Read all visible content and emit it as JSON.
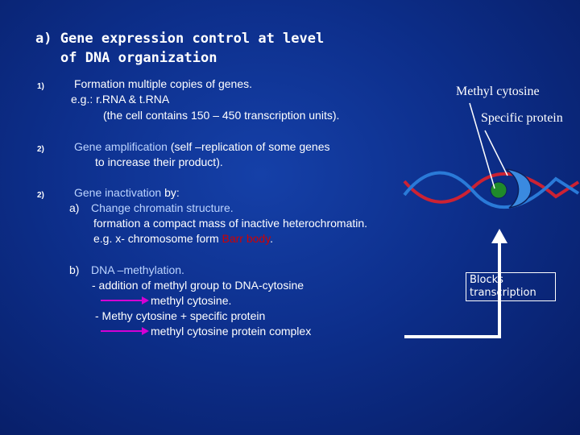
{
  "title": {
    "line1": "a) Gene expression control at level",
    "line2": "of DNA organization"
  },
  "items": [
    {
      "number": "1)",
      "line1": "Formation multiple copies of genes.",
      "line2": "e.g.:  r.RNA & t.RNA",
      "line3": "(the cell contains 150 – 450 transcription units)."
    },
    {
      "number": "2)",
      "line1_prefix": "Gene amplification",
      "line1_rest": " (self –replication of some genes",
      "line2": "to increase their product)."
    },
    {
      "number": "2)",
      "line1_prefix": "Gene inactivation",
      "line1_rest": " by:",
      "sub_a_label": "a)",
      "sub_a_text": "Change chromatin structure.",
      "sub_a_line2": "formation a compact mass of inactive heterochromatin.",
      "sub_a_line3_prefix": "e.g.  x- chromosome form ",
      "sub_a_line3_highlight": "Barr body",
      "sub_a_line3_suffix": ".",
      "sub_b_label": "b)",
      "sub_b_text": "DNA –methylation.",
      "sub_b_line2": "- addition of methyl group to DNA-cytosine",
      "sub_b_line3": "methyl cytosine.",
      "sub_b_line4": "- Methy cytosine +  specific protein",
      "sub_b_line5": "methyl cytosine protein complex"
    }
  ],
  "diagram": {
    "label_methyl_cytosine": "Methyl cytosine",
    "label_specific_protein": "Specific protein",
    "blocks_transcription": "Blocks transcription"
  },
  "colors": {
    "background": "#0d2f8c",
    "text": "#ffffff",
    "highlight_red": "#d10000",
    "dna_red": "#cc2233",
    "dna_blue": "#2a7ad8",
    "protein_blue": "#3a8ae0",
    "methyl_green": "#1f8a2a",
    "arrow_magenta": "#d400d4"
  }
}
